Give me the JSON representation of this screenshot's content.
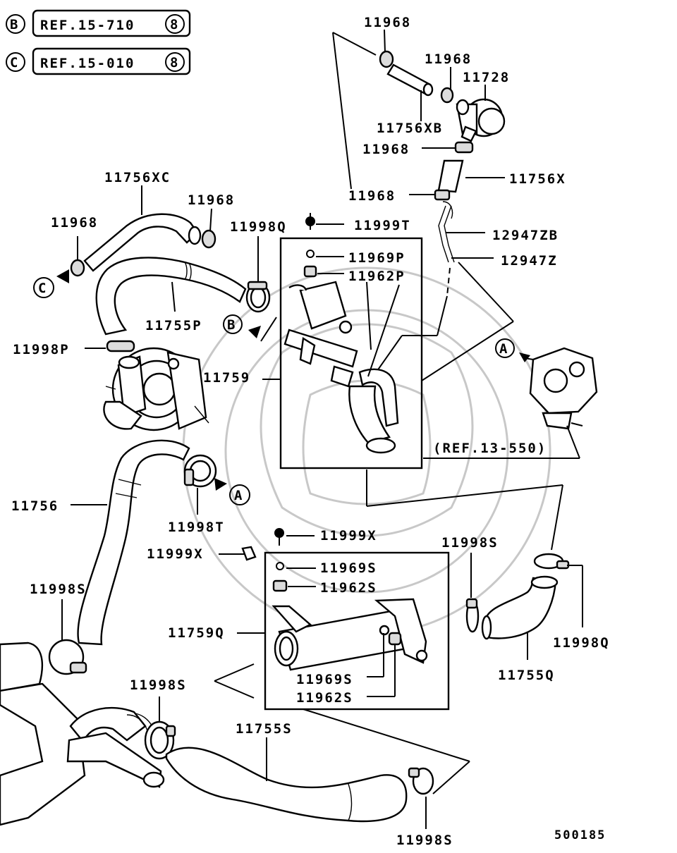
{
  "refs": [
    {
      "letter": "B",
      "text": "REF.15-710",
      "num": "8"
    },
    {
      "letter": "C",
      "text": "REF.15-010",
      "num": "8"
    }
  ],
  "labels": {
    "p11968_a": "11968",
    "p11968_b": "11968",
    "p11728": "11728",
    "p11756xb": "11756XB",
    "p11968_c": "11968",
    "p11756x": "11756X",
    "p11968_d": "11968",
    "p11756xc": "11756XC",
    "p11968_e": "11968",
    "p11968_f": "11968",
    "p11998q_a": "11998Q",
    "p11999t": "11999T",
    "p11969p": "11969P",
    "p11962p": "11962P",
    "p12947zb": "12947ZB",
    "p12947z": "12947Z",
    "p11755p": "11755P",
    "p11998p": "11998P",
    "p11759": "11759",
    "ref13550": "(REF.13-550)",
    "p11756": "11756",
    "p11998t": "11998T",
    "p11999x_a": "11999X",
    "p11999x_b": "11999X",
    "p11969s_a": "11969S",
    "p11962s_a": "11962S",
    "p11998s_a": "11998S",
    "p11998s_b": "11998S",
    "p11759q": "11759Q",
    "p11998q_b": "11998Q",
    "p11969s_b": "11969S",
    "p11962s_b": "11962S",
    "p11755q": "11755Q",
    "p11998s_c": "11998S",
    "p11755s": "11755S",
    "p11998s_d": "11998S",
    "diagram_code": "500185"
  },
  "callouts": {
    "a1": "A",
    "a2": "A",
    "b": "B",
    "c": "C"
  }
}
